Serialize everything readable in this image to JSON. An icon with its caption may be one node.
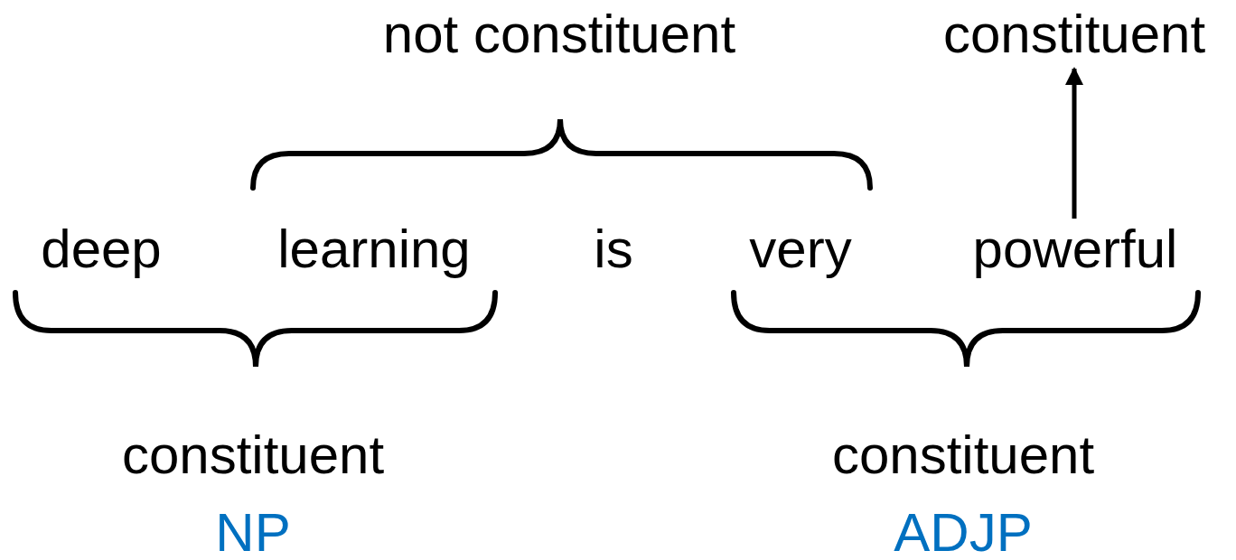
{
  "diagram": {
    "nodes": [
      {
        "text": [
          "constituent"
        ]
      },
      {
        "text": [
          "powerful"
        ]
      }
    ],
    "edges": [
      {
        "from": 1,
        "to": 0,
        "arrow": "to"
      }
    ],
    "labels": [
      "not constituent",
      "deep",
      "learning",
      "is",
      "very",
      "constituent",
      "NP",
      "constituent",
      "ADJP"
    ]
  }
}
